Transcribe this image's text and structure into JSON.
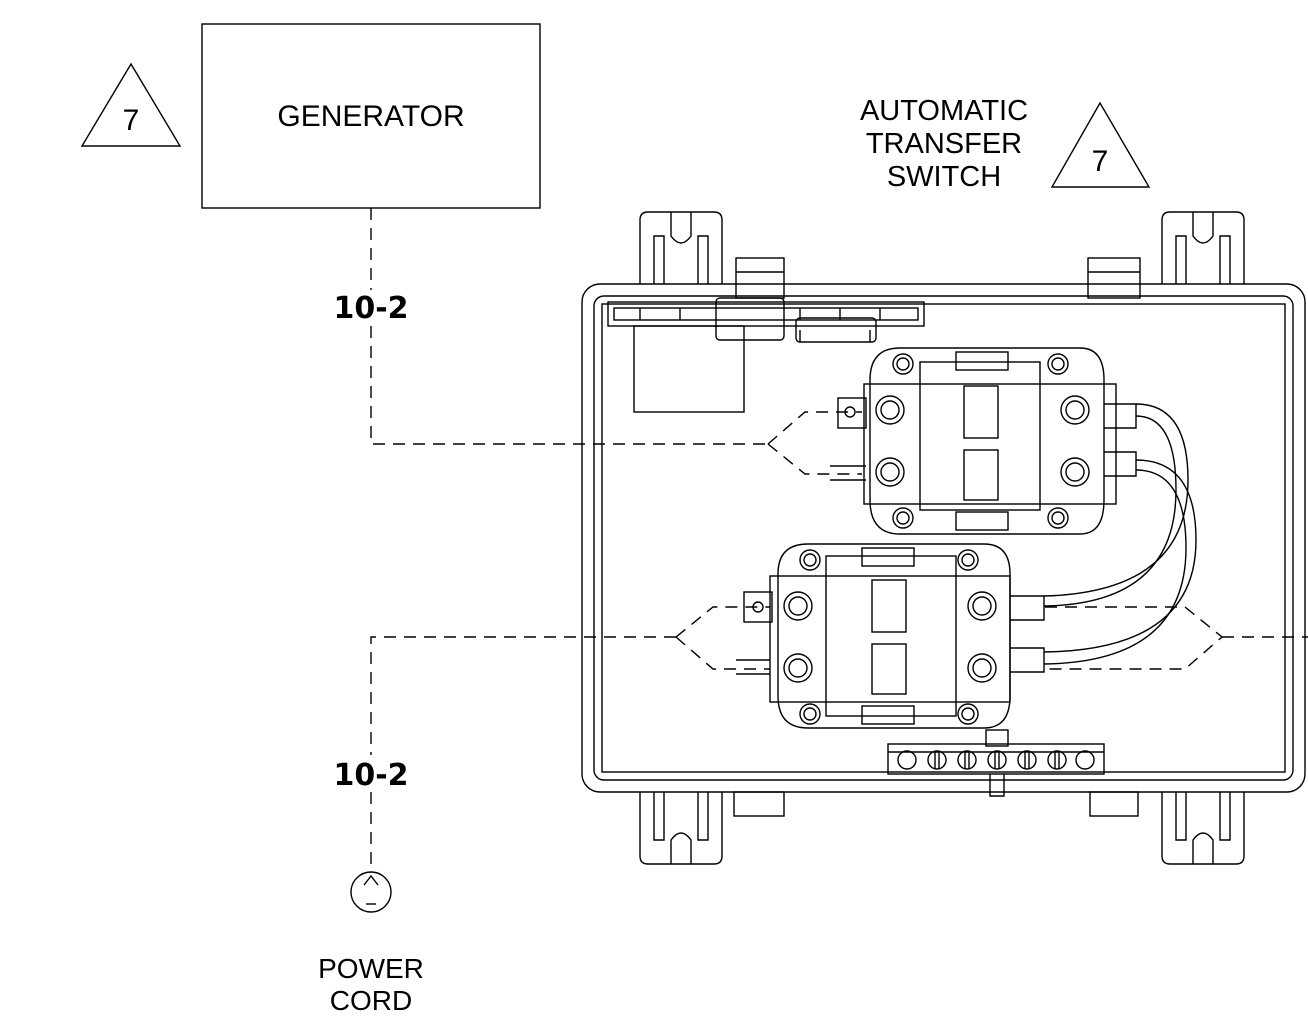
{
  "generator": {
    "label": "GENERATOR",
    "ref_number": "7"
  },
  "transfer_switch": {
    "label_lines": [
      "AUTOMATIC",
      "TRANSFER",
      "SWITCH"
    ],
    "ref_number": "7"
  },
  "cables": {
    "generator_cable": "10-2",
    "power_cord_cable": "10-2"
  },
  "power_cord": {
    "label_lines": [
      "POWER",
      "CORD"
    ]
  },
  "colors": {
    "line": "#000000",
    "background": "#ffffff"
  }
}
